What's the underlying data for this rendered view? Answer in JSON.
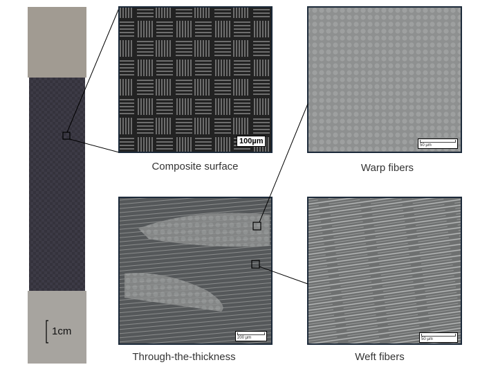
{
  "specimen": {
    "scale_label": "1cm"
  },
  "panels": [
    {
      "caption": "Composite surface",
      "scale_bar": "100µm"
    },
    {
      "caption": "Warp fibers",
      "scale_bar": "50 µm"
    },
    {
      "caption": "Through-the-thickness",
      "scale_bar": "200 µm"
    },
    {
      "caption": "Weft fibers",
      "scale_bar": "50 µm"
    }
  ]
}
